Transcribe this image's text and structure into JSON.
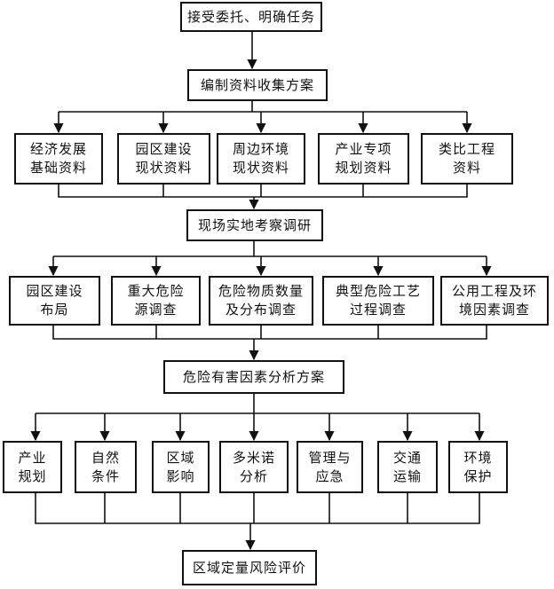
{
  "nodes": {
    "accept_task": "接受委托、明确任务",
    "plan_collection": "编制资料收集方案",
    "economy": "经济发展\n基础资料",
    "park_status": "园区建设\n现状资料",
    "surroundings": "周边环境\n现状资料",
    "industry_plan": "产业专项\n规划资料",
    "similar_projects": "类比工程\n资料",
    "field_survey": "现场实地考察调研",
    "park_layout": "园区建设\n布局",
    "major_hazards": "重大危险\n源调查",
    "hazardous_materials": "危险物质数量\n及分布调查",
    "typical_process": "典型危险工艺\n过程调查",
    "public_works": "公用工程及环\n境因素调查",
    "hazard_analysis_plan": "危险有害因素分析方案",
    "industrial_planning": "产业\n规划",
    "natural_conditions": "自然\n条件",
    "regional_impact": "区域\n影响",
    "domino_analysis": "多米诺\n分析",
    "management_emergency": "管理与\n应急",
    "transportation": "交通\n运输",
    "environmental_protection": "环境\n保护",
    "quantitative_risk": "区域定量风险评价"
  }
}
